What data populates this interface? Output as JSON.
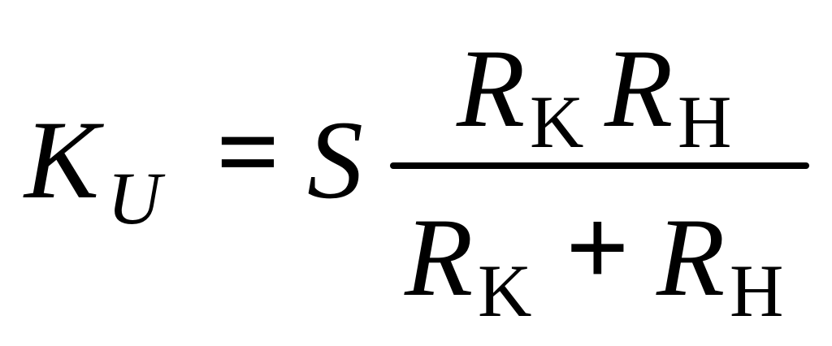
{
  "formula": {
    "lhs_symbol": "K",
    "lhs_subscript": "U",
    "equals": "=",
    "coefficient": "S",
    "numerator": {
      "term1_symbol": "R",
      "term1_subscript": "K",
      "term2_symbol": "R",
      "term2_subscript": "H"
    },
    "denominator": {
      "term1_symbol": "R",
      "term1_subscript": "K",
      "plus": "+",
      "term2_symbol": "R",
      "term2_subscript": "H"
    }
  }
}
